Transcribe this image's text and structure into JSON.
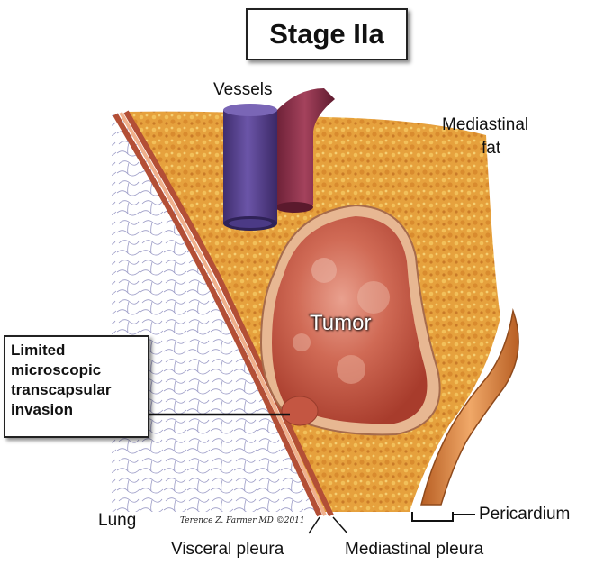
{
  "title": "Stage IIa",
  "labels": {
    "vessels": "Vessels",
    "mediastinal_fat_line1": "Mediastinal",
    "mediastinal_fat_line2": "fat",
    "tumor": "Tumor",
    "lung": "Lung",
    "visceral_pleura": "Visceral pleura",
    "mediastinal_pleura": "Mediastinal pleura",
    "pericardium": "Pericardium"
  },
  "callout": {
    "lines": [
      "Limited",
      "microscopic",
      "transcapsular",
      "invasion"
    ]
  },
  "signature": "Terence Z. Farmer MD ©2011",
  "colors": {
    "fat": "#e9a23c",
    "capsule": "#e8b891",
    "tumor": "#c85a44",
    "pleura": "#b5523a",
    "vessel_vein": "#5a3f8f",
    "vessel_artery": "#8c2f48",
    "pericardium": "#d27a36",
    "lung_lines": "#8f8fbf"
  }
}
